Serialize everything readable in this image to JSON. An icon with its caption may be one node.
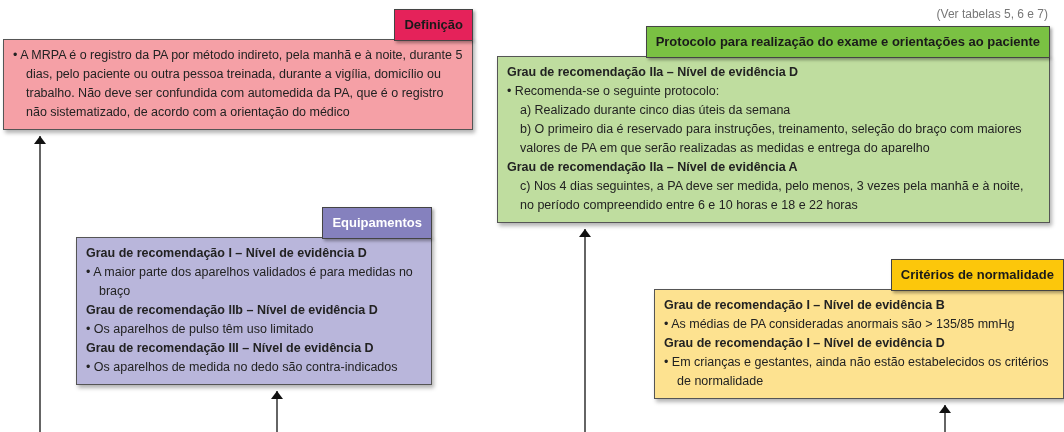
{
  "diagram": {
    "nodes": [
      {
        "text": [
          "Definição",
          "• A MRPA é o registro da PA por método indireto, pela manhã e à noite, durante 5 dias, pelo paciente ou outra pessoa treinada, durante a vigília, domicílio ou trabalho. Não deve ser confundida com automedida da PA, que é o registro não sistematizado, de acordo com a orientação do médico"
        ]
      },
      {
        "text": [
          "Protocolo para realização do exame e orientações ao paciente",
          "Grau de recomendação IIa – Nível de evidência D",
          "• Recomenda-se o seguinte protocolo:",
          "a) Realizado durante cinco dias úteis da semana",
          "b) O primeiro dia é reservado para instruções, treinamento, seleção do braço com maiores valores de PA em que serão realizadas as medidas e entrega do aparelho",
          "Grau de recomendação IIa – Nível de evidência A",
          "c) Nos 4 dias seguintes, a PA deve ser medida, pelo menos, 3 vezes pela manhã e à noite, no período compreendido entre 6 e 10 horas e 18 e 22 horas"
        ]
      },
      {
        "text": [
          "Equipamentos",
          "Grau de recomendação I – Nível de evidência D",
          "• A maior parte dos aparelhos validados é para medidas no braço",
          "Grau de recomendação IIb – Nível de evidência D",
          "• Os aparelhos de pulso têm uso limitado",
          "Grau de recomendação III – Nível de evidência D",
          "• Os aparelhos de medida no dedo são contra-indicados"
        ]
      },
      {
        "text": [
          "Critérios de normalidade",
          "Grau de recomendação I – Nível de evidência B",
          "• As médias de PA consideradas anormais são > 135/85 mmHg",
          "Grau de recomendação I – Nível de evidência D",
          "• Em crianças e gestantes, ainda não estão estabelecidos os critérios de normalidade"
        ]
      }
    ],
    "edges": [
      {
        "from": null,
        "to": 0,
        "arrow": "to"
      },
      {
        "from": null,
        "to": 2,
        "arrow": "to"
      },
      {
        "from": null,
        "to": 1,
        "arrow": "to"
      },
      {
        "from": null,
        "to": 3,
        "arrow": "to"
      }
    ],
    "labels": [
      "(Ver tabelas 5, 6 e 7)"
    ]
  }
}
